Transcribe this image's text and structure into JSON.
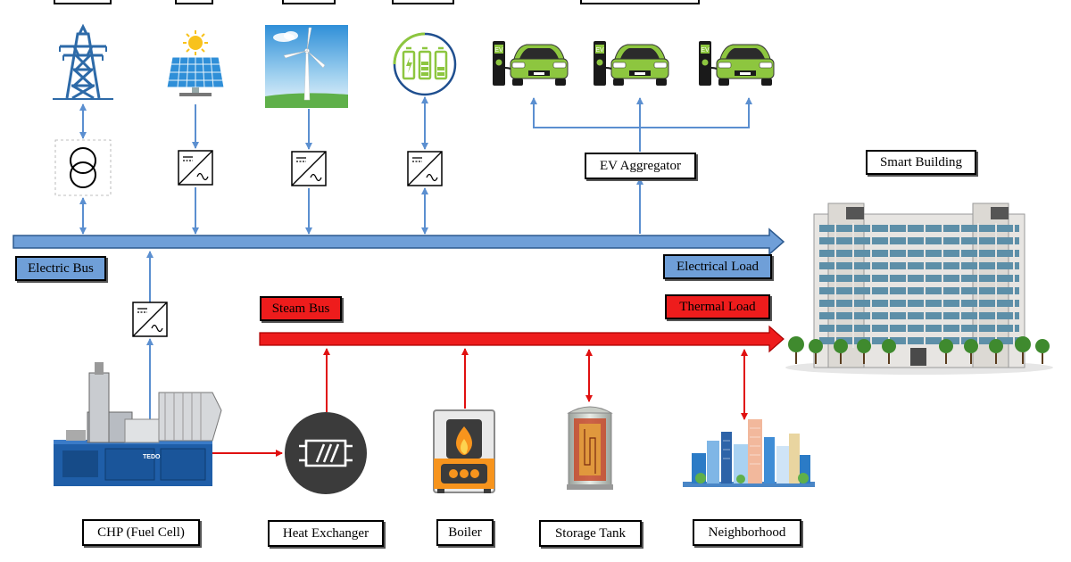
{
  "labels": {
    "electric_bus": "Electric Bus",
    "electrical_load": "Electrical Load",
    "steam_bus": "Steam Bus",
    "thermal_load": "Thermal Load",
    "ev_aggregator": "EV Aggregator",
    "smart_building": "Smart Building",
    "chp": "CHP (Fuel Cell)",
    "heat_exchanger": "Heat Exchanger",
    "boiler": "Boiler",
    "storage_tank": "Storage Tank",
    "neighborhood": "Neighborhood"
  },
  "icon_text": {
    "ev_charger": "EV",
    "chp_brand": "TEDOM"
  },
  "icons": [
    "transmission-tower-icon",
    "solar-panel-icon",
    "wind-turbine-icon",
    "battery-storage-icon",
    "ev-charger-car-icon",
    "transformer-icon",
    "inverter-icon",
    "smart-building-icon",
    "chp-unit-icon",
    "heat-exchanger-icon",
    "boiler-icon",
    "storage-tank-icon",
    "city-skyline-icon"
  ],
  "colors": {
    "electric": "#6f9fd8",
    "electric_line": "#5b8fd0",
    "steam": "#ee1c1c",
    "ev_car": "#8dc63f",
    "tower": "#2d6aa8"
  }
}
